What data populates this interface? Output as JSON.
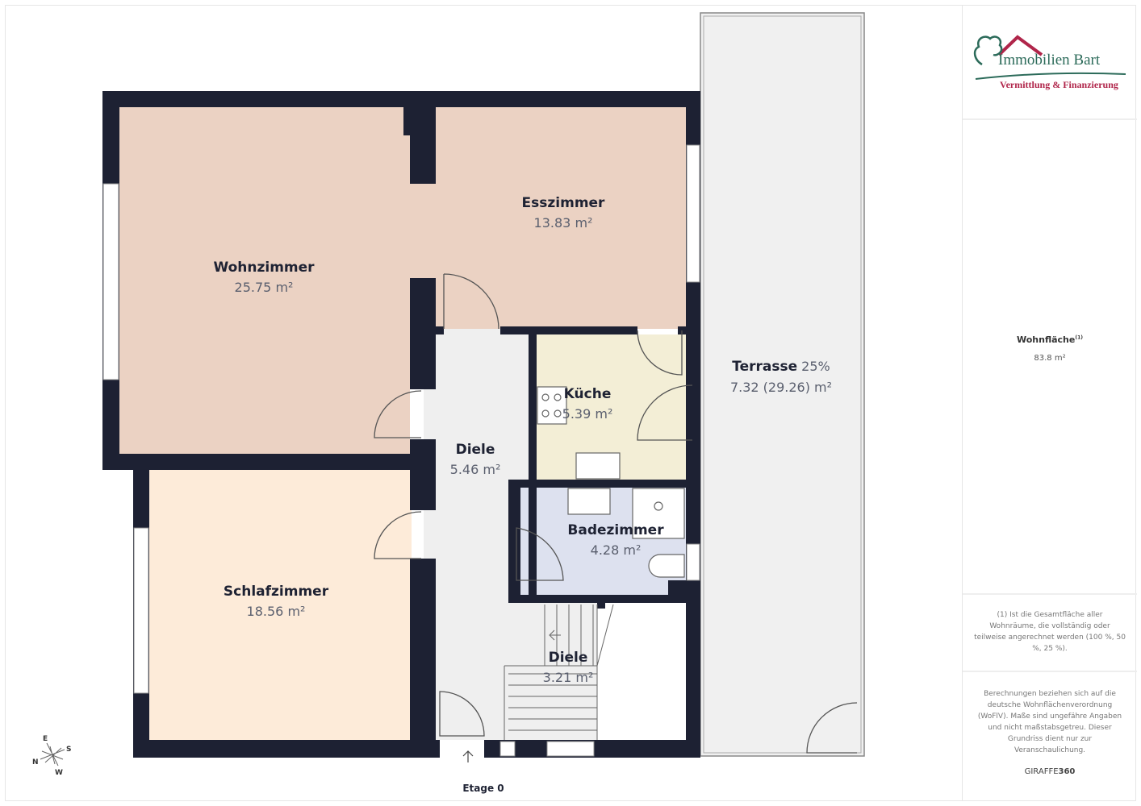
{
  "logo": {
    "name": "Immobilien Bart",
    "tagline": "Vermittlung & Finanzierung"
  },
  "rooms": [
    {
      "name": "Wohnzimmer",
      "area": "25.75 m²"
    },
    {
      "name": "Esszimmer",
      "area": "13.83 m²"
    },
    {
      "name": "Küche",
      "area": "5.39 m²"
    },
    {
      "name": "Diele",
      "area": "5.46 m²"
    },
    {
      "name": "Badezimmer",
      "area": "4.28 m²"
    },
    {
      "name": "Schlafzimmer",
      "area": "18.56 m²"
    },
    {
      "name": "Diele",
      "area": "3.21 m²"
    },
    {
      "name": "Terrasse",
      "pct": "25%",
      "area": "7.32 (29.26) m²"
    }
  ],
  "floor_label": "Etage 0",
  "compass": {
    "n": "N",
    "e": "E",
    "s": "S",
    "w": "W"
  },
  "summary": {
    "label": "Wohnfläche",
    "footnote_mark": "(1)",
    "value": "83.8 m²"
  },
  "footnote": "(1) Ist die Gesamtfläche aller Wohnräume, die vollständig oder teilweise angerechnet werden (100 %, 50 %, 25 %).",
  "disclaimer": "Berechnungen beziehen sich auf die deutsche Wohnflächenverordnung (WoFlV). Maße sind ungefähre Angaben und nicht maßstabsgetreu. Dieser Grundriss dient nur zur Veranschaulichung.",
  "brand": {
    "a": "GIRAFFE",
    "b": "360"
  },
  "colors": {
    "wall": "#1d2133",
    "living": "#ebd2c3",
    "bedroom": "#fdebd9",
    "kitchen": "#f3eed6",
    "bath": "#dde1ef",
    "hall": "#efefef"
  }
}
